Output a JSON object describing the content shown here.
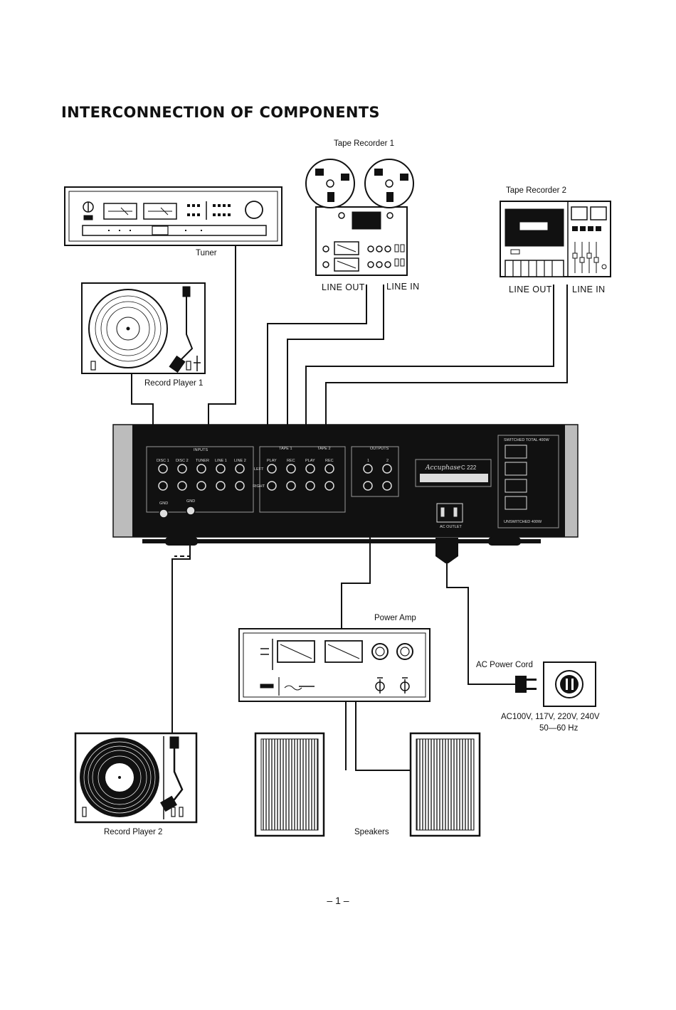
{
  "title": "INTERCONNECTION OF COMPONENTS",
  "components": {
    "tape_recorder_1": "Tape Recorder 1",
    "tape_recorder_2": "Tape Recorder 2",
    "tuner": "Tuner",
    "record_player_1": "Record Player 1",
    "record_player_2": "Record Player 2",
    "power_amp": "Power Amp",
    "speakers": "Speakers",
    "ac_power_cord": "AC Power Cord"
  },
  "ports": {
    "tr1_line_out": "LINE OUT",
    "tr1_line_in": "LINE IN",
    "tr2_line_out": "LINE OUT",
    "tr2_line_in": "LINE IN"
  },
  "power": {
    "voltages": "AC100V, 117V, 220V, 240V",
    "frequency": "50—60 Hz"
  },
  "preamp": {
    "brand": "Accuphase",
    "model": "C 222",
    "section_inputs": "INPUTS",
    "section_tape1": "TAPE 1",
    "section_tape2": "TAPE 2",
    "section_outputs": "OUTPUTS",
    "input_labels": [
      "DISC 1",
      "DISC 2",
      "TUNER",
      "LINE 1",
      "LINE 2"
    ],
    "tape_labels": [
      "PLAY",
      "REC",
      "PLAY",
      "REC"
    ],
    "output_labels": [
      "1",
      "2"
    ],
    "gnd": "GND",
    "left": "LEFT",
    "right": "RIGHT",
    "switched": "SWITCHED TOTAL 400W",
    "unswitched": "UNSWITCHED 400W",
    "ac_outlet": "AC OUTLET"
  },
  "page_number": "– 1 –"
}
